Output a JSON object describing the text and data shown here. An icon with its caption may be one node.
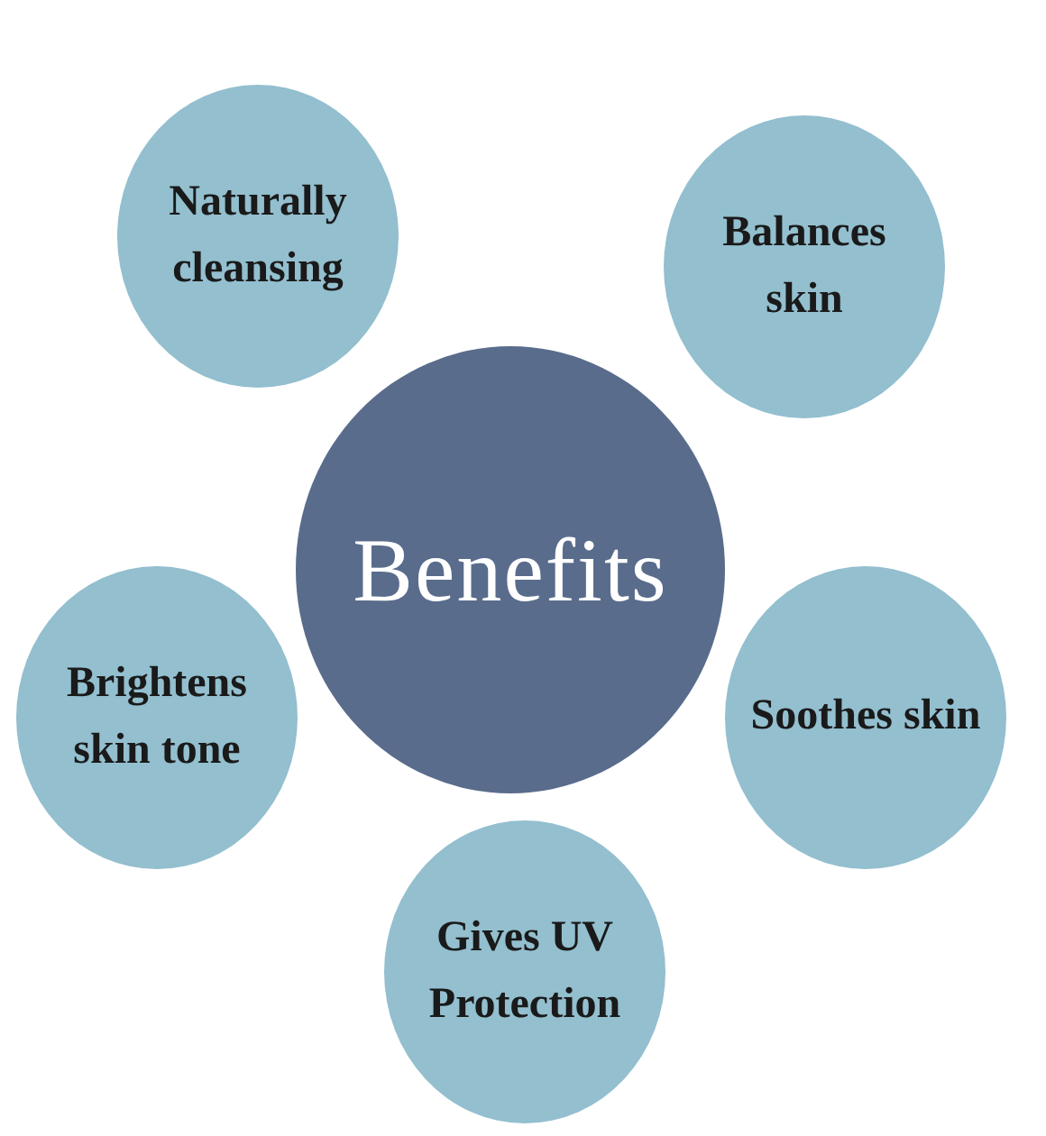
{
  "diagram": {
    "nodes": [
      {
        "text": [
          "Naturally cleansing"
        ]
      },
      {
        "text": [
          "Balances skin"
        ]
      },
      {
        "text": [
          "Benefits"
        ]
      },
      {
        "text": [
          "Brightens skin tone"
        ]
      },
      {
        "text": [
          "Soothes skin"
        ]
      },
      {
        "text": [
          "Gives UV Protection"
        ]
      }
    ]
  }
}
